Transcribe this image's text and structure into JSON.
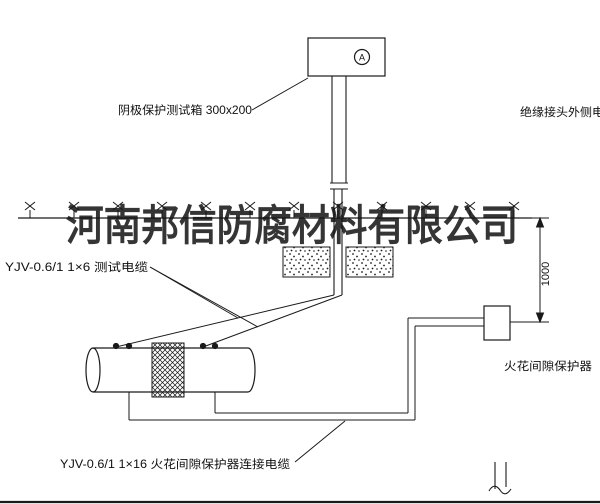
{
  "drawing": {
    "watermark": "河南邦信防腐材料有限公司",
    "test_box": {
      "label": "阴极保护测试箱 300x200",
      "meter_symbol": "A"
    },
    "labels": {
      "insulated_joint_cable": "绝缘接头外侧电缆",
      "test_cable": "YJV-0.6/1 1×6  测试电缆",
      "spark_gap_protector": "火花间隙保护器",
      "spark_gap_cable": "YJV-0.6/1 1×16  火花间隙保护器连接电缆"
    },
    "dimension": {
      "height": "1000"
    },
    "colors": {
      "line": "#1a1a1a",
      "background": "#ffffff"
    }
  }
}
